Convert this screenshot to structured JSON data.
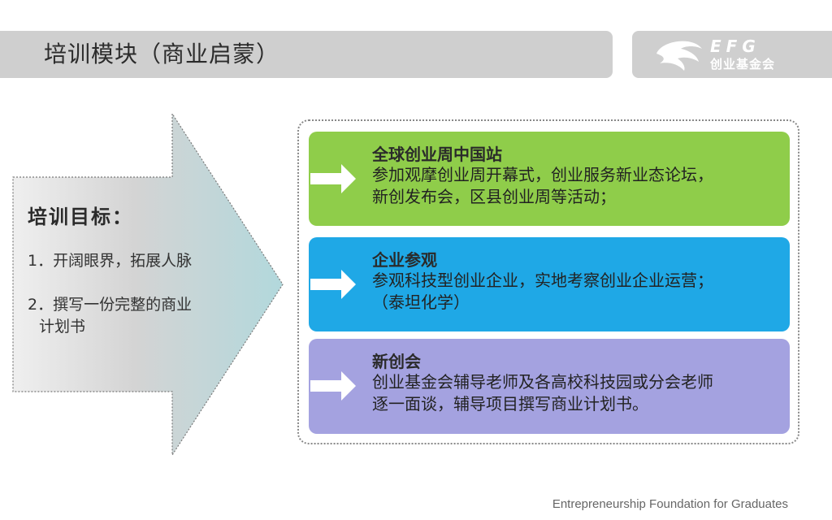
{
  "header": {
    "title": "培训模块（商业启蒙）",
    "logo": {
      "mark": "EFG",
      "name": "创业基金会"
    }
  },
  "goals": {
    "title": "培训目标：",
    "items": [
      {
        "lines": [
          "1．开阔眼界，拓展人脉"
        ]
      },
      {
        "lines": [
          "2．撰写一份完整的商业",
          "计划书"
        ]
      }
    ]
  },
  "activities": [
    {
      "title": "全球创业周中国站",
      "lines": [
        "参加观摩创业周开幕式，创业服务新业态论坛，",
        "新创发布会，区县创业周等活动；"
      ],
      "color": "#8fcd4a"
    },
    {
      "title": "企业参观",
      "lines": [
        "参观科技型创业企业，实地考察创业企业运营；",
        "（泰坦化学）"
      ],
      "color": "#1fa8e6"
    },
    {
      "title": "新创会",
      "lines": [
        "创业基金会辅导老师及各高校科技园或分会老师",
        "逐一面谈，辅导项目撰写商业计划书。"
      ],
      "color": "#a4a2e0"
    }
  ],
  "footer": {
    "text": "Entrepreneurship Foundation for Graduates"
  },
  "icons": {
    "logo": "bird-logo-icon",
    "card_arrow": "arrow-right-icon",
    "big_arrow": "large-arrow-shape"
  }
}
